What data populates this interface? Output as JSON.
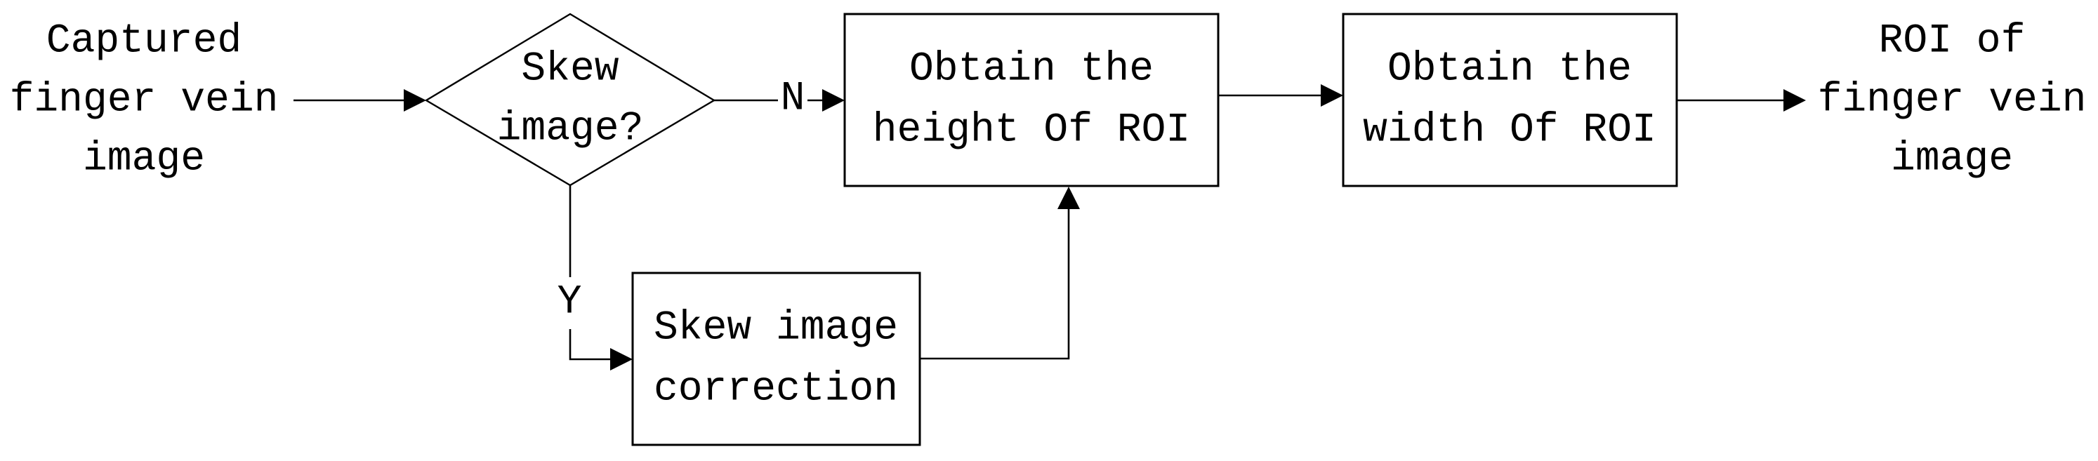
{
  "colors": {
    "ink": "#000000",
    "background": "#ffffff"
  },
  "nodes": {
    "input": {
      "lines": [
        "Captured",
        "finger vein",
        "image"
      ]
    },
    "decision": {
      "lines": [
        "Skew",
        "image?"
      ]
    },
    "height_box": {
      "lines": [
        "Obtain the",
        "height Of ROI"
      ]
    },
    "width_box": {
      "lines": [
        "Obtain the",
        "width Of ROI"
      ]
    },
    "correction_box": {
      "lines": [
        "Skew image",
        "correction"
      ]
    },
    "output": {
      "lines": [
        "ROI of",
        "finger vein",
        "image"
      ]
    }
  },
  "branch_labels": {
    "no": "N",
    "yes": "Y"
  }
}
